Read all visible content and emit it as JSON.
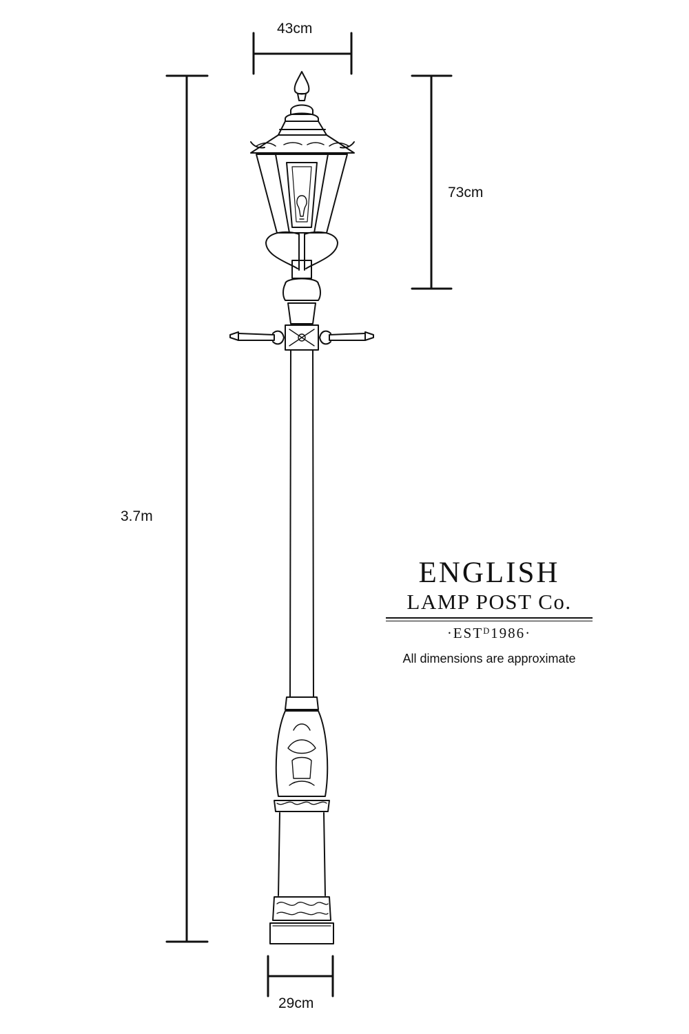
{
  "dimensions": {
    "top_width": "43cm",
    "lantern_height": "73cm",
    "total_height": "3.7m",
    "base_width": "29cm"
  },
  "logo": {
    "line1": "ENGLISH",
    "line2": "LAMP POST Co.",
    "established": "·ESTᴰ1986·"
  },
  "note": "All dimensions are approximate",
  "colors": {
    "ink": "#111111",
    "background": "#ffffff"
  }
}
